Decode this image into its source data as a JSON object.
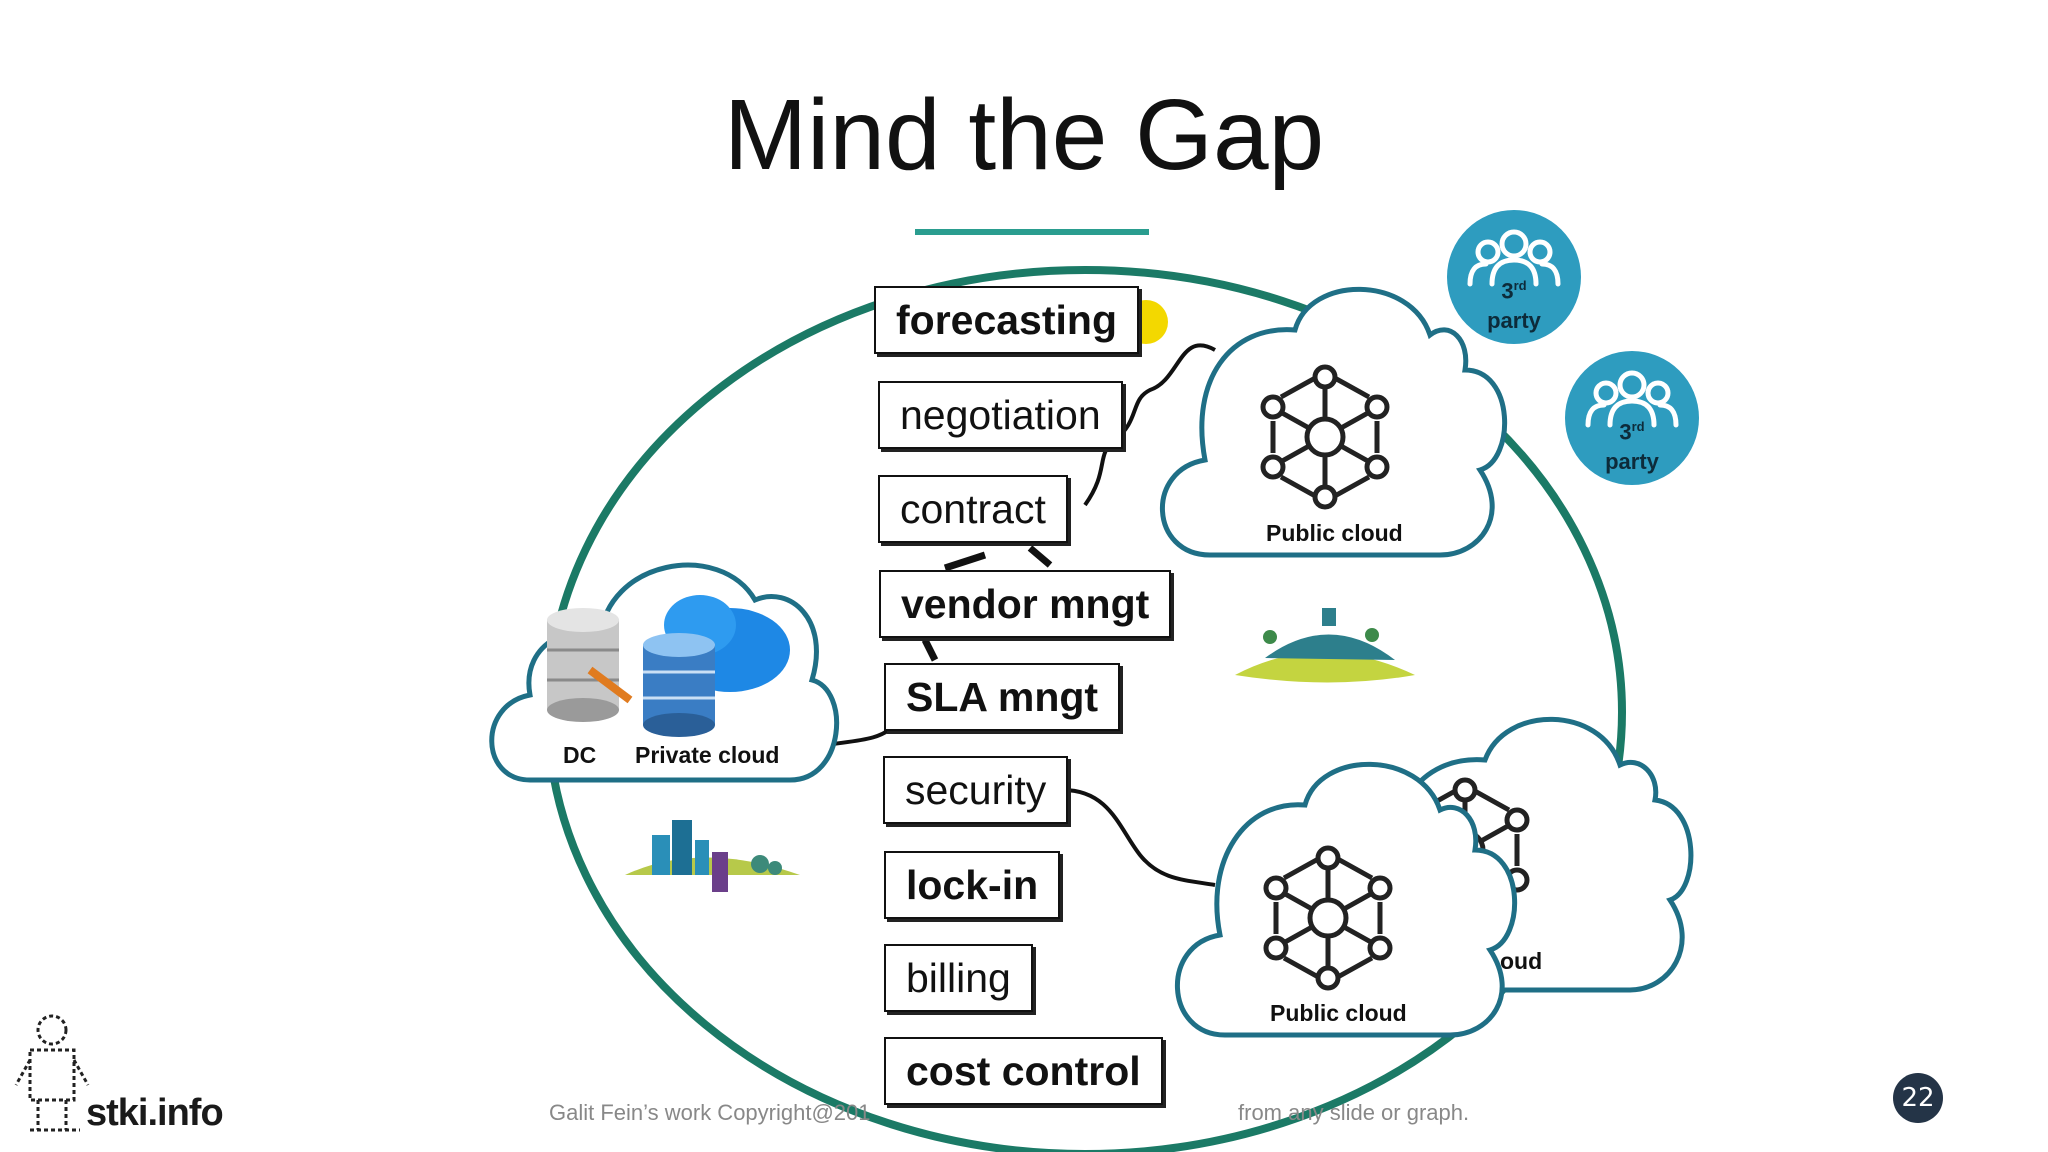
{
  "slide": {
    "title": "Mind the Gap",
    "page_number": "22",
    "footer_left": "Galit Fein’s work Copyright@201",
    "footer_right": "from any slide or graph.",
    "logo": "stki.info"
  },
  "gap_items": [
    {
      "label": "forecasting",
      "bold": true
    },
    {
      "label": "negotiation",
      "bold": false
    },
    {
      "label": "contract",
      "bold": false
    },
    {
      "label": "vendor mngt",
      "bold": true
    },
    {
      "label": "SLA mngt",
      "bold": true
    },
    {
      "label": "security",
      "bold": false
    },
    {
      "label": "lock-in",
      "bold": true
    },
    {
      "label": "billing",
      "bold": false
    },
    {
      "label": "cost control",
      "bold": true
    }
  ],
  "clouds": {
    "private": {
      "label_dc": "DC",
      "label_private": "Private cloud"
    },
    "public_top": {
      "label": "Public cloud"
    },
    "public_bottom_front": {
      "label": "Public cloud"
    },
    "public_bottom_back": {
      "label": "oud"
    }
  },
  "badges": [
    {
      "ordinal": "3",
      "suffix": "rd",
      "text": "party"
    },
    {
      "ordinal": "3",
      "suffix": "rd",
      "text": "party"
    }
  ],
  "colors": {
    "ellipse": "#1b7a66",
    "cloud_outline": "#1f6f86",
    "badge": "#2e9cbf",
    "title_rule": "#2a9d8f",
    "page_badge": "#243447"
  },
  "icons": {
    "hub": "network-hub-icon",
    "people": "people-group-icon",
    "database": "database-icon",
    "server_cloud": "server-cloud-icon",
    "sun": "sun-icon",
    "cityscape": "cityscape-icon",
    "hill_landscape": "hill-landscape-icon"
  }
}
